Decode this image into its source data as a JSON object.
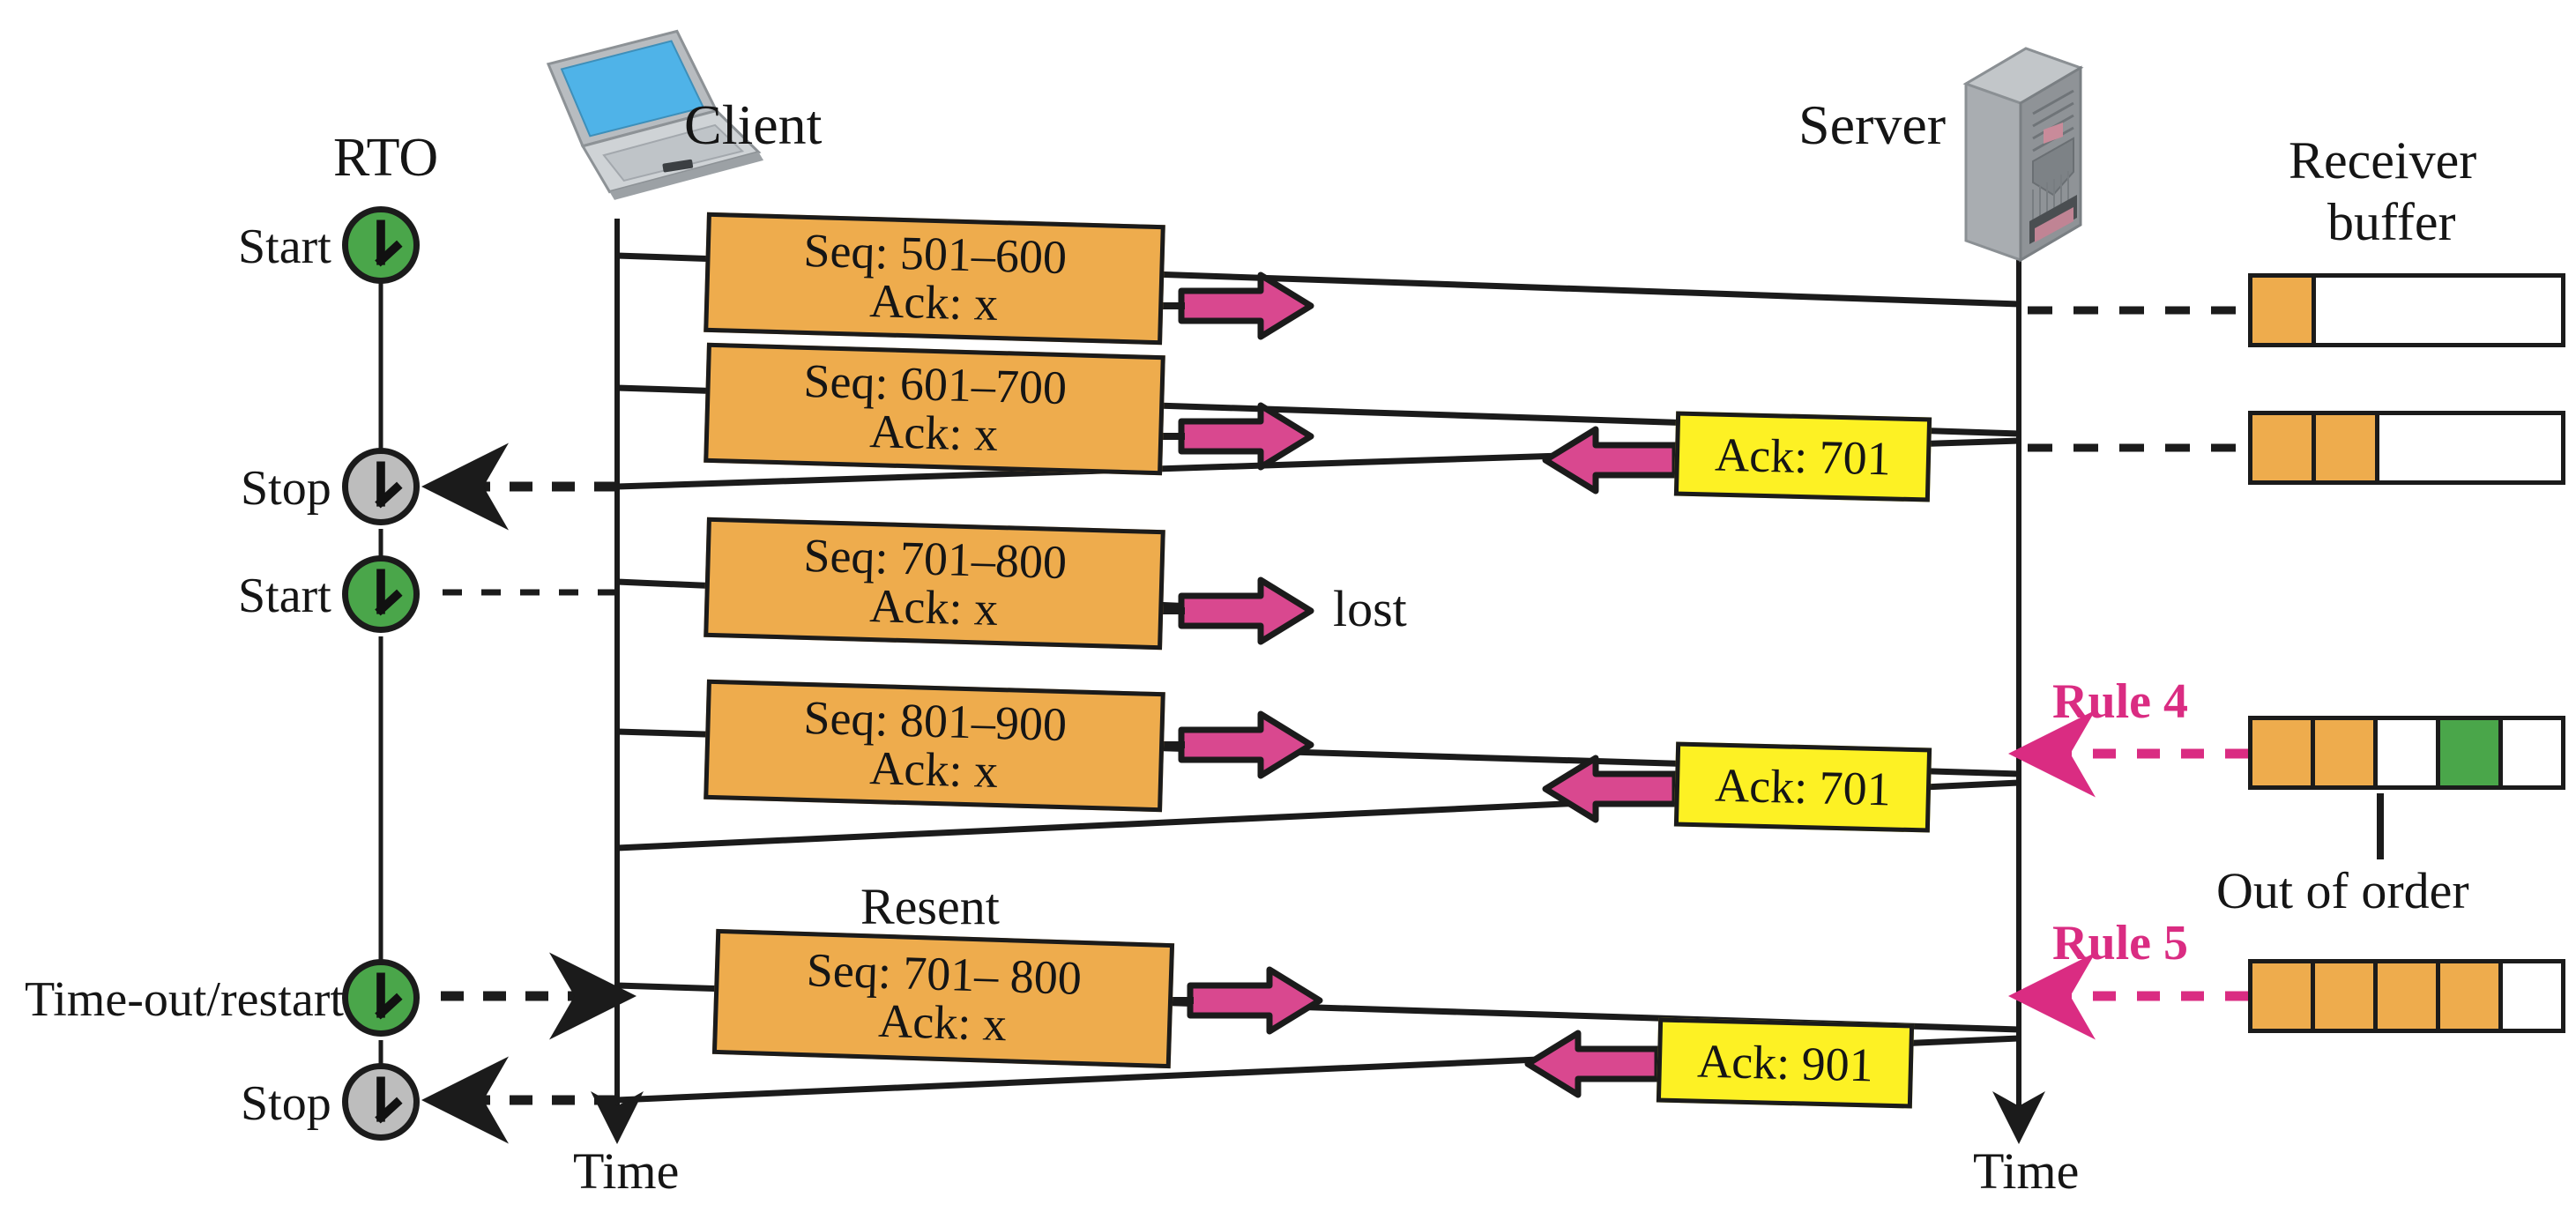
{
  "diagram": {
    "title": "TCP retransmission timeline",
    "colors": {
      "segment_fill": "#eeac4d",
      "ack_fill": "#fdf124",
      "arrow_pink": "#d9488f",
      "rule_pink": "#da2c82",
      "clock_start": "#4aa64a",
      "clock_stop": "#bdbdbd",
      "out_of_order": "#4aa64a",
      "line": "#1b1b1b"
    },
    "endpoints": {
      "client_label": "Client",
      "server_label": "Server",
      "client_time_label": "Time",
      "server_time_label": "Time"
    },
    "rto": {
      "header": "RTO",
      "events": [
        {
          "label": "Start",
          "state": "start"
        },
        {
          "label": "Stop",
          "state": "stop"
        },
        {
          "label": "Start",
          "state": "start"
        },
        {
          "label": "Time-out/restart",
          "state": "start"
        },
        {
          "label": "Stop",
          "state": "stop"
        }
      ]
    },
    "segments": [
      {
        "seq": "Seq: 501–600",
        "ack": "Ack: x",
        "note": ""
      },
      {
        "seq": "Seq: 601–700",
        "ack": "Ack: x",
        "note": ""
      },
      {
        "seq": "Seq: 701–800",
        "ack": "Ack: x",
        "note": "lost"
      },
      {
        "seq": "Seq: 801–900",
        "ack": "Ack: x",
        "note": ""
      },
      {
        "seq": "Seq: 701– 800",
        "ack": "Ack: x",
        "note": "Resent"
      }
    ],
    "acks": [
      {
        "label": "Ack: 701"
      },
      {
        "label": "Ack: 701"
      },
      {
        "label": "Ack: 901"
      }
    ],
    "receiver": {
      "title_line1": "Receiver",
      "title_line2": "buffer",
      "out_of_order_label": "Out of order",
      "buffers": [
        {
          "cells": [
            "fill",
            "empty"
          ],
          "segments_drawn": 1,
          "rule": ""
        },
        {
          "cells": [
            "fill",
            "fill",
            "empty"
          ],
          "segments_drawn": 2,
          "rule": ""
        },
        {
          "cells": [
            "fill",
            "fill",
            "empty",
            "ooo",
            "empty"
          ],
          "segments_drawn": 5,
          "rule": "Rule 4"
        },
        {
          "cells": [
            "fill",
            "fill",
            "fill",
            "fill",
            "empty"
          ],
          "segments_drawn": 5,
          "rule": "Rule 5"
        }
      ]
    },
    "rules": [
      {
        "label": "Rule 4"
      },
      {
        "label": "Rule 5"
      }
    ],
    "notes": {
      "lost": "lost",
      "resent": "Resent"
    }
  }
}
